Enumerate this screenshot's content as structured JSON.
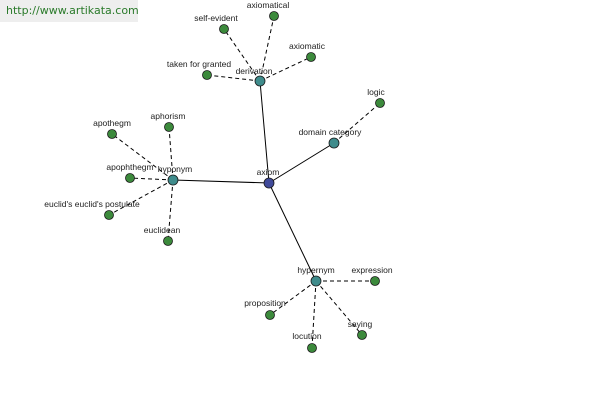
{
  "watermark": "http://www.artikata.com",
  "graph": {
    "colors": {
      "root": "#404a9a",
      "category": "#3f8c8c",
      "leaf": "#3c8a3c",
      "stroke": "#1a1a1a",
      "edge": "#000000"
    },
    "nodes": [
      {
        "id": "axiom",
        "label": "axiom",
        "kind": "root"
      },
      {
        "id": "derivation",
        "label": "derivation",
        "kind": "category"
      },
      {
        "id": "hyponym",
        "label": "hyponym",
        "kind": "category"
      },
      {
        "id": "domain-category",
        "label": "domain category",
        "kind": "category"
      },
      {
        "id": "hypernym",
        "label": "hypernym",
        "kind": "category"
      },
      {
        "id": "self-evident",
        "label": "self-evident",
        "kind": "leaf"
      },
      {
        "id": "axiomatical",
        "label": "axiomatical",
        "kind": "leaf"
      },
      {
        "id": "axiomatic",
        "label": "axiomatic",
        "kind": "leaf"
      },
      {
        "id": "taken-for-granted",
        "label": "taken for granted",
        "kind": "leaf"
      },
      {
        "id": "logic",
        "label": "logic",
        "kind": "leaf"
      },
      {
        "id": "apothegm",
        "label": "apothegm",
        "kind": "leaf"
      },
      {
        "id": "aphorism",
        "label": "aphorism",
        "kind": "leaf"
      },
      {
        "id": "apophthegm",
        "label": "apophthegm",
        "kind": "leaf"
      },
      {
        "id": "euclids-postulate",
        "label": "euclid's euclid's postulate",
        "kind": "leaf"
      },
      {
        "id": "euclidean",
        "label": "euclidean",
        "kind": "leaf"
      },
      {
        "id": "expression",
        "label": "expression",
        "kind": "leaf"
      },
      {
        "id": "proposition",
        "label": "proposition",
        "kind": "leaf"
      },
      {
        "id": "saying",
        "label": "saying",
        "kind": "leaf"
      },
      {
        "id": "locution",
        "label": "locution",
        "kind": "leaf"
      }
    ],
    "edges": [
      {
        "from": "axiom",
        "to": "derivation",
        "style": "solid"
      },
      {
        "from": "axiom",
        "to": "hyponym",
        "style": "solid"
      },
      {
        "from": "axiom",
        "to": "domain-category",
        "style": "solid"
      },
      {
        "from": "axiom",
        "to": "hypernym",
        "style": "solid"
      },
      {
        "from": "derivation",
        "to": "self-evident",
        "style": "dashed"
      },
      {
        "from": "derivation",
        "to": "axiomatical",
        "style": "dashed"
      },
      {
        "from": "derivation",
        "to": "axiomatic",
        "style": "dashed"
      },
      {
        "from": "derivation",
        "to": "taken-for-granted",
        "style": "dashed"
      },
      {
        "from": "domain-category",
        "to": "logic",
        "style": "dashed"
      },
      {
        "from": "hyponym",
        "to": "apothegm",
        "style": "dashed"
      },
      {
        "from": "hyponym",
        "to": "aphorism",
        "style": "dashed"
      },
      {
        "from": "hyponym",
        "to": "apophthegm",
        "style": "dashed"
      },
      {
        "from": "hyponym",
        "to": "euclids-postulate",
        "style": "dashed"
      },
      {
        "from": "hyponym",
        "to": "euclidean",
        "style": "dashed"
      },
      {
        "from": "hypernym",
        "to": "expression",
        "style": "dashed"
      },
      {
        "from": "hypernym",
        "to": "proposition",
        "style": "dashed"
      },
      {
        "from": "hypernym",
        "to": "saying",
        "style": "dashed"
      },
      {
        "from": "hypernym",
        "to": "locution",
        "style": "dashed"
      }
    ]
  }
}
